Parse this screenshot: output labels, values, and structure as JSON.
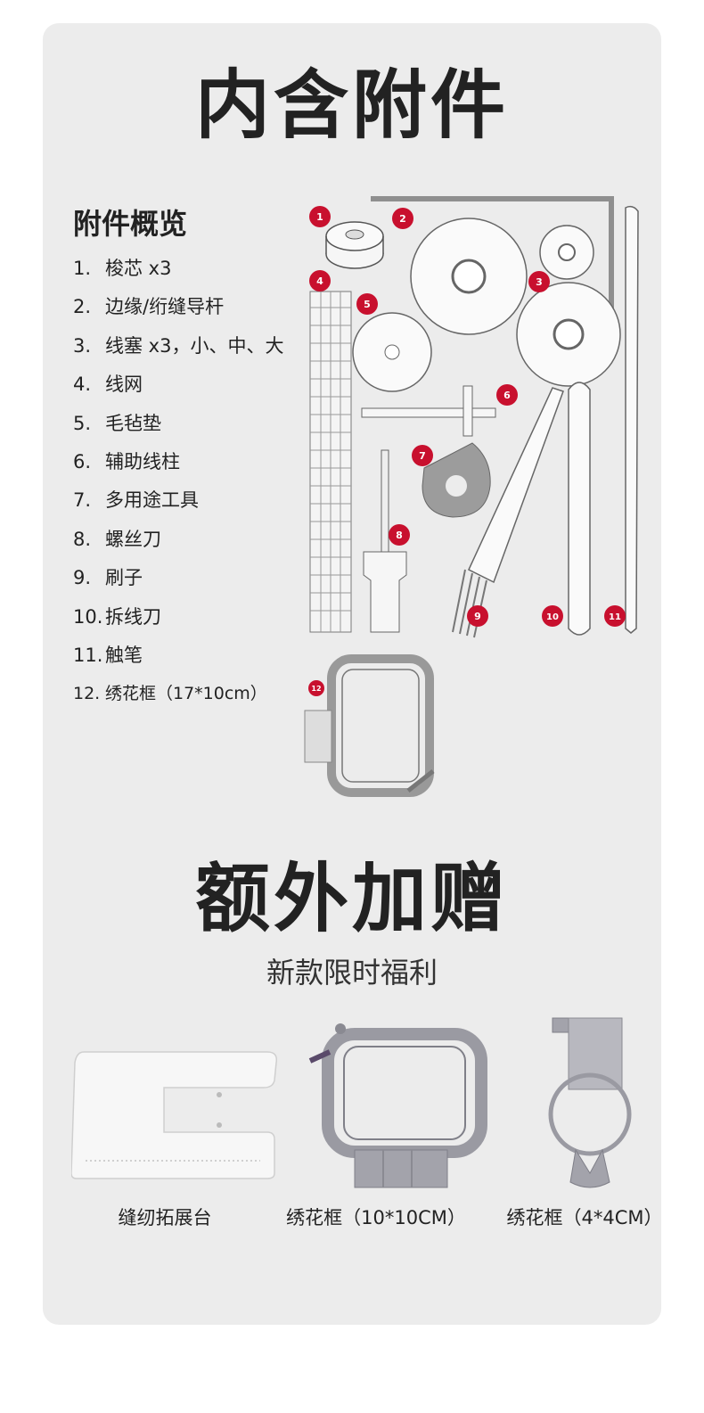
{
  "titles": {
    "included": "内含附件",
    "bonus": "额外加赠",
    "bonus_sub": "新款限时福利"
  },
  "overview": {
    "heading": "附件概览",
    "items": [
      {
        "num": "1.",
        "label": "梭芯 x3"
      },
      {
        "num": "2.",
        "label": "边缘/绗缝导杆"
      },
      {
        "num": "3.",
        "label": "线塞 x3，小、中、大"
      },
      {
        "num": "4.",
        "label": "线网"
      },
      {
        "num": "5.",
        "label": "毛毡垫"
      },
      {
        "num": "6.",
        "label": "辅助线柱"
      },
      {
        "num": "7.",
        "label": "多用途工具"
      },
      {
        "num": "8.",
        "label": "螺丝刀"
      },
      {
        "num": "9.",
        "label": "刷子"
      },
      {
        "num": "10.",
        "label": "拆线刀"
      },
      {
        "num": "11.",
        "label": "触笔"
      },
      {
        "num": "12.",
        "label": "绣花框（17*10cm）"
      }
    ]
  },
  "badges": [
    "1",
    "2",
    "3",
    "4",
    "5",
    "6",
    "7",
    "8",
    "9",
    "10",
    "11",
    "12"
  ],
  "bonus_items": [
    {
      "label": "缝纫拓展台"
    },
    {
      "label": "绣花框（10*10CM）"
    },
    {
      "label": "绣花框（4*4CM）"
    }
  ],
  "colors": {
    "badge": "#c8102e",
    "card": "#ececec",
    "text": "#222222",
    "frame_gray": "#9a9aa2"
  }
}
